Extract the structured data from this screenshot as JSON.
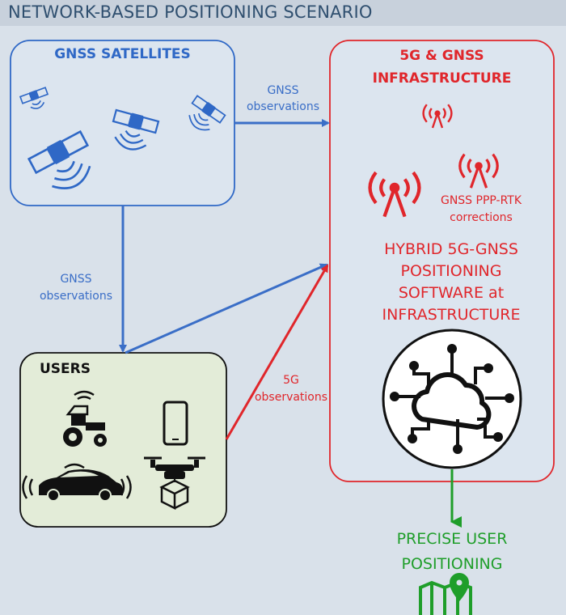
{
  "header": {
    "title": "NETWORK-BASED POSITIONING SCENARIO"
  },
  "satellites": {
    "title": "GNSS SATELLITES"
  },
  "infrastructure": {
    "title_line1": "5G & GNSS",
    "title_line2": "INFRASTRUCTURE",
    "corrections_line1": "GNSS PPP-RTK",
    "corrections_line2": "corrections",
    "software_line1": "HYBRID 5G-GNSS",
    "software_line2": "POSITIONING",
    "software_line3": "SOFTWARE at",
    "software_line4": "INFRASTRUCTURE"
  },
  "users": {
    "title": "USERS"
  },
  "edges": {
    "sat_to_infra_line1": "GNSS",
    "sat_to_infra_line2": "observations",
    "sat_to_users_line1": "GNSS",
    "sat_to_users_line2": "observations",
    "users_to_infra_line1": "5G",
    "users_to_infra_line2": "observations"
  },
  "output": {
    "line1": "PRECISE USER",
    "line2": "POSITIONING"
  },
  "colors": {
    "blue": "#3a6ec7",
    "red": "#e0262b",
    "green": "#1f9e2a",
    "users_box": "#e3ecd8"
  },
  "icons": [
    "satellite-icon",
    "antenna-tower-icon",
    "cloud-network-icon",
    "tractor-icon",
    "car-icon",
    "smartphone-icon",
    "drone-icon",
    "map-pin-icon"
  ]
}
